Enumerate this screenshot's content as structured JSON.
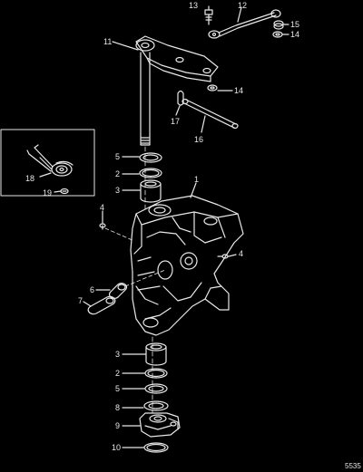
{
  "colors": {
    "background": "#000000",
    "ink": "#e8e8e8",
    "part_fill": "#000000"
  },
  "callouts": {
    "n13": "13",
    "n12": "12",
    "n15": "15",
    "n14a": "14",
    "n11": "11",
    "n14b": "14",
    "n17": "17",
    "n16": "16",
    "n18": "18",
    "n19": "19",
    "n5a": "5",
    "n2a": "2",
    "n3a": "3",
    "n1": "1",
    "n4a": "4",
    "n4b": "4",
    "n6": "6",
    "n7": "7",
    "n3b": "3",
    "n2b": "2",
    "n5b": "5",
    "n8": "8",
    "n9": "9",
    "n10": "10"
  },
  "figure_number": "5535"
}
